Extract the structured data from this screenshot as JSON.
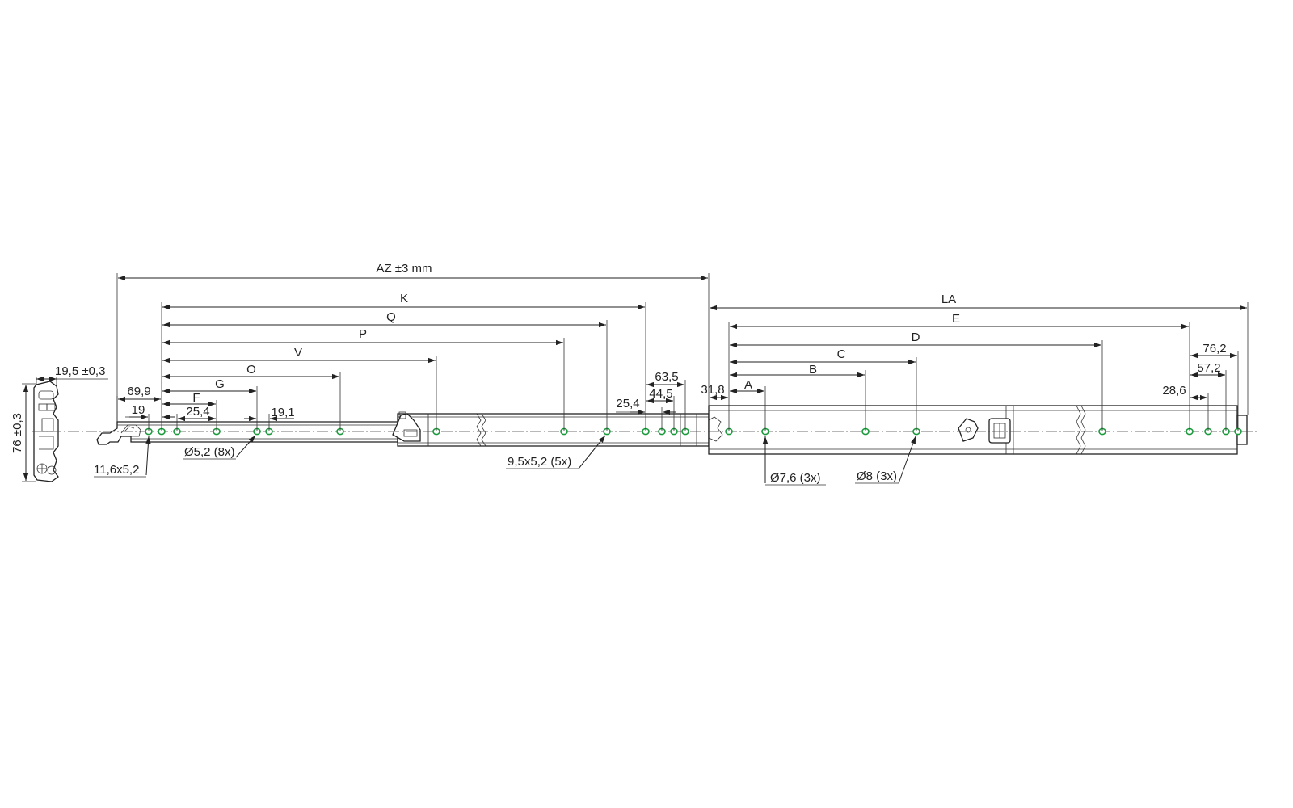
{
  "dimensions": {
    "az": "AZ ±3 mm",
    "la": "LA",
    "k": "K",
    "q": "Q",
    "p": "P",
    "v": "V",
    "o": "O",
    "g": "G",
    "f": "F",
    "e": "E",
    "d": "D",
    "c": "C",
    "b": "B",
    "a": "A",
    "d69_9": "69,9",
    "d19": "19",
    "d25_4_left": "25,4",
    "d19_1": "19,1",
    "d63_5": "63,5",
    "d44_5": "44,5",
    "d25_4_mid": "25,4",
    "d31_8": "31,8",
    "d76_2": "76,2",
    "d57_2": "57,2",
    "d28_6": "28,6",
    "d19_5": "19,5 ±0,3",
    "d76": "76 ±0,3"
  },
  "callouts": {
    "slot_11_6": "11,6x5,2",
    "hole_5_2": "Ø5,2 (8x)",
    "slot_9_5": "9,5x5,2 (5x)",
    "hole_7_6": "Ø7,6 (3x)",
    "hole_8": "Ø8 (3x)"
  },
  "colors": {
    "line": "#222222",
    "hole_marker": "#1b9a3c",
    "background": "#ffffff"
  }
}
